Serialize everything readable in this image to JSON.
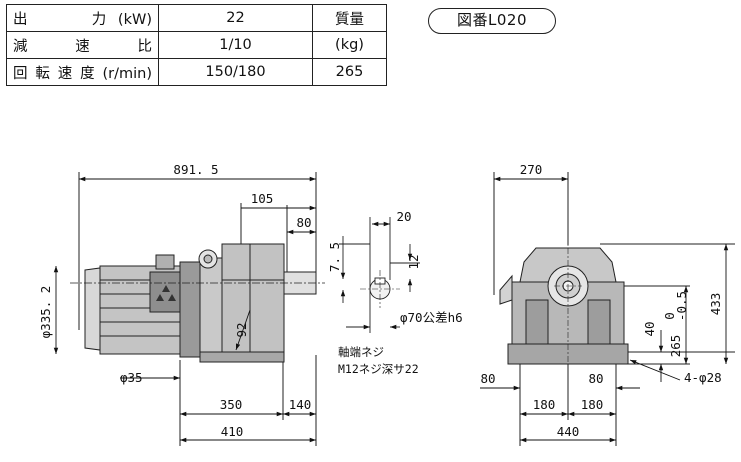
{
  "spec_table": {
    "output_label": "出　　力(kW)",
    "output_value": "22",
    "ratio_label": "減　速　比",
    "ratio_value": "1/10",
    "speed_label": "回転速度(r/min)",
    "speed_value": "150/180",
    "mass_label": "質量",
    "mass_unit": "(kg)",
    "mass_value": "265"
  },
  "drawing_badge": "図番L020",
  "side_view": {
    "overall_length": "891. 5",
    "shaft_to_flange": "105",
    "shaft_length": "80",
    "motor_diameter": "φ335. 2",
    "foot_bolt": "φ35",
    "center_height": "92",
    "foot_span": "350",
    "foot_to_end": "140",
    "base_length": "410"
  },
  "shaft_detail": {
    "keyway_width": "20",
    "key_depth": "7. 5",
    "key_height": "12",
    "shaft_diameter": "φ70公差h6",
    "note_line1": "軸端ネジ",
    "note_line2": "M12ネジ深サ22"
  },
  "end_view": {
    "width_top": "270",
    "total_height": "433",
    "shaft_height": "265",
    "tol_upper": "0",
    "tol_lower": "-0.5",
    "base_height": "40",
    "foot_left": "80",
    "foot_right": "80",
    "half_span_left": "180",
    "half_span_right": "180",
    "total_width": "440",
    "mount_holes": "4-φ28"
  }
}
